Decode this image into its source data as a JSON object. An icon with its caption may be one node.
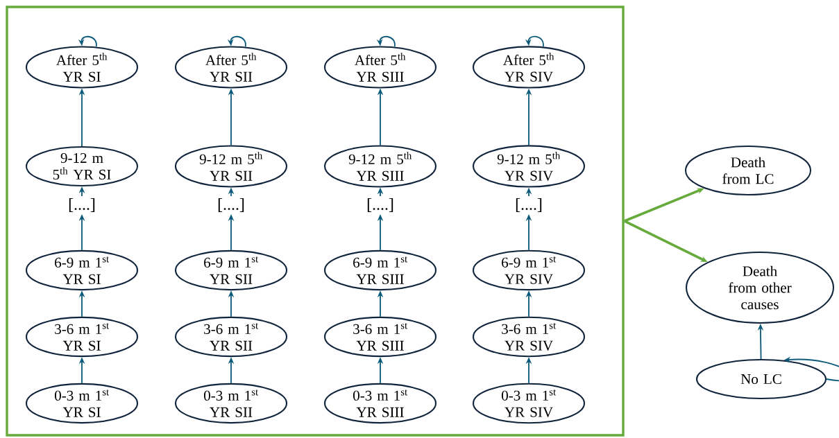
{
  "diagram": {
    "nodes": [
      {
        "text": [],
        "shape": "box"
      },
      {
        "text": [
          "After 5$^{th}$ YR SI"
        ],
        "in": 0
      },
      {
        "text": [
          "After 5$^{th}$ YR SII"
        ],
        "in": 0
      },
      {
        "text": [
          "After 5$^{th}$ YR SIII"
        ],
        "in": 0
      },
      {
        "text": [
          "After 5$^{th}$ YR SIV"
        ],
        "in": 0
      },
      {
        "text": [
          "9-12 m 5$^{th}$ YR SI"
        ],
        "in": 0
      },
      {
        "text": [
          "9-12 m 5$^{th}$ YR SII"
        ],
        "in": 0
      },
      {
        "text": [
          "9-12 m 5$^{th}$ YR SIII"
        ],
        "in": 0
      },
      {
        "text": [
          "9-12 m 5$^{th}$ YR SIV"
        ],
        "in": 0
      },
      {
        "text": [
          "[....]"
        ],
        "in": 0
      },
      {
        "text": [
          "[....]"
        ],
        "in": 0
      },
      {
        "text": [
          "[....]"
        ],
        "in": 0
      },
      {
        "text": [
          "[....]"
        ],
        "in": 0
      },
      {
        "text": [
          "6-9 m 1$^{st}$ YR SI"
        ],
        "in": 0
      },
      {
        "text": [
          "6-9 m 1$^{st}$ YR SII"
        ],
        "in": 0
      },
      {
        "text": [
          "6-9 m 1$^{st}$ YR SIII"
        ],
        "in": 0
      },
      {
        "text": [
          "6-9 m 1$^{st}$ YR SIV"
        ],
        "in": 0
      },
      {
        "text": [
          "3-6 m 1$^{st}$ YR SI"
        ],
        "in": 0
      },
      {
        "text": [
          "3-6 m 1$^{st}$ YR SII"
        ],
        "in": 0
      },
      {
        "text": [
          "3-6 m 1$^{st}$ YR SIII"
        ],
        "in": 0
      },
      {
        "text": [
          "3-6 m 1$^{st}$ YR SIV"
        ],
        "in": 0
      },
      {
        "text": [
          "0-3 m 1$^{st}$ YR SI"
        ],
        "in": 0
      },
      {
        "text": [
          "0-3 m 1$^{st}$ YR SII"
        ],
        "in": 0
      },
      {
        "text": [
          "0-3 m 1$^{st}$ YR SIII"
        ],
        "in": 0
      },
      {
        "text": [
          "0-3 m 1$^{st}$ YR SIV"
        ],
        "in": 0
      },
      {
        "text": [
          "Death from LC"
        ]
      },
      {
        "text": [
          "Death from other causes"
        ]
      },
      {
        "text": [
          "No LC"
        ]
      }
    ],
    "edges": [
      {
        "from": 21,
        "to": 17,
        "arrow": "to"
      },
      {
        "from": 22,
        "to": 18,
        "arrow": "to"
      },
      {
        "from": 23,
        "to": 19,
        "arrow": "to"
      },
      {
        "from": 24,
        "to": 20,
        "arrow": "to"
      },
      {
        "from": 17,
        "to": 13,
        "arrow": "to"
      },
      {
        "from": 18,
        "to": 14,
        "arrow": "to"
      },
      {
        "from": 19,
        "to": 15,
        "arrow": "to"
      },
      {
        "from": 20,
        "to": 16,
        "arrow": "to"
      },
      {
        "from": 13,
        "to": 9,
        "arrow": "to"
      },
      {
        "from": 14,
        "to": 10,
        "arrow": "to"
      },
      {
        "from": 15,
        "to": 11,
        "arrow": "to"
      },
      {
        "from": 16,
        "to": 12,
        "arrow": "to"
      },
      {
        "from": 9,
        "to": 5,
        "arrow": "to"
      },
      {
        "from": 10,
        "to": 6,
        "arrow": "to"
      },
      {
        "from": 11,
        "to": 7,
        "arrow": "to"
      },
      {
        "from": 12,
        "to": 8,
        "arrow": "to"
      },
      {
        "from": 5,
        "to": 1,
        "arrow": "to"
      },
      {
        "from": 6,
        "to": 2,
        "arrow": "to"
      },
      {
        "from": 7,
        "to": 3,
        "arrow": "to"
      },
      {
        "from": 8,
        "to": 4,
        "arrow": "to"
      },
      {
        "from": 1,
        "to": 1,
        "arrow": "to"
      },
      {
        "from": 2,
        "to": 2,
        "arrow": "to"
      },
      {
        "from": 3,
        "to": 3,
        "arrow": "to"
      },
      {
        "from": 4,
        "to": 4,
        "arrow": "to"
      },
      {
        "from": 0,
        "to": 25,
        "arrow": "to",
        "style": "thick",
        "color": "#66aa3c"
      },
      {
        "from": 0,
        "to": 26,
        "arrow": "to",
        "style": "thick",
        "color": "#66aa3c"
      },
      {
        "from": 27,
        "to": 26,
        "arrow": "to"
      },
      {
        "from": 27,
        "to": 27,
        "arrow": "to"
      }
    ]
  }
}
